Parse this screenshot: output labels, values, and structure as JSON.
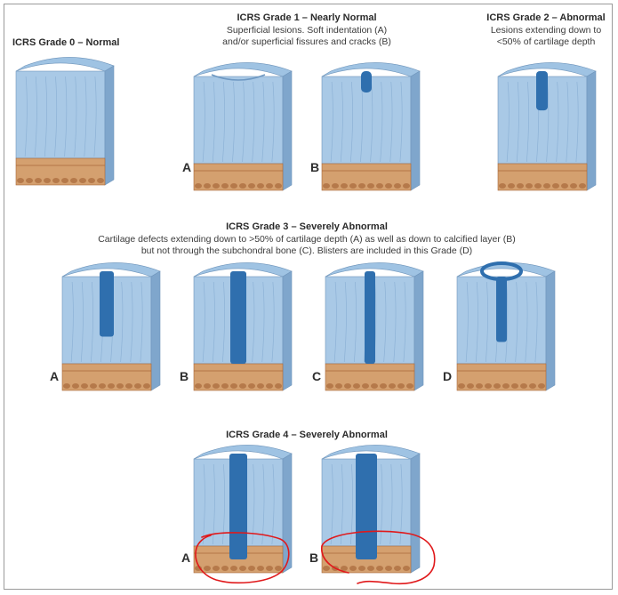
{
  "grade0": {
    "title": "ICRS Grade 0 – Normal"
  },
  "grade1": {
    "title": "ICRS Grade 1 – Nearly Normal",
    "desc_line1": "Superficial lesions. Soft indentation (A)",
    "desc_line2": "and/or superficial fissures and cracks (B)",
    "label_a": "A",
    "label_b": "B"
  },
  "grade2": {
    "title": "ICRS Grade 2 – Abnormal",
    "desc_line1": "Lesions extending down to",
    "desc_line2": "<50% of cartilage depth"
  },
  "grade3": {
    "title": "ICRS Grade 3 – Severely Abnormal",
    "desc_line1": "Cartilage defects extending down to >50% of cartilage depth (A) as well as down to calcified layer (B)",
    "desc_line2": "but not through the subchondral bone (C). Blisters are included in this Grade (D)",
    "label_a": "A",
    "label_b": "B",
    "label_c": "C",
    "label_d": "D"
  },
  "grade4": {
    "title": "ICRS Grade 4 – Severely Abnormal",
    "label_a": "A",
    "label_b": "B"
  },
  "colors": {
    "cartilage_top": "#9fc3e3",
    "cartilage_front": "#a9c9e6",
    "cartilage_side": "#7fa6cc",
    "defect": "#2f6fae",
    "bone": "#d4a06f",
    "bone_dark": "#a8683a",
    "annotation": "#e0191b"
  }
}
